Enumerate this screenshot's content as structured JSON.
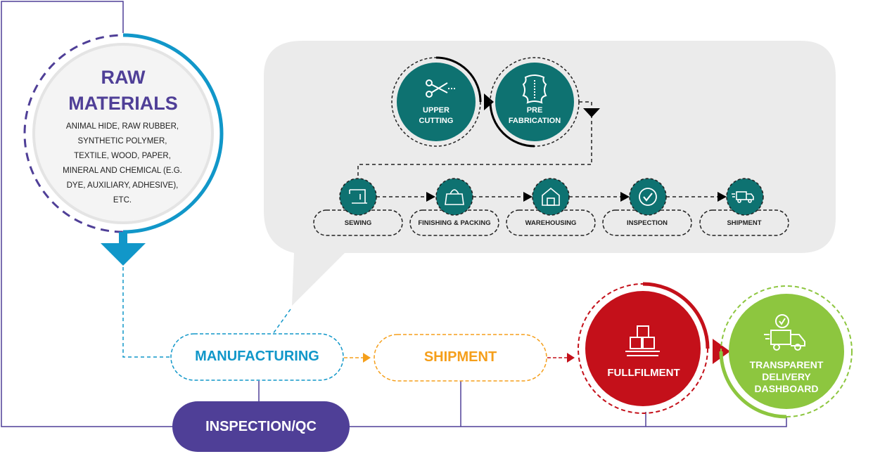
{
  "raw_materials": {
    "title_line1": "RAW",
    "title_line2": "MATERIALS",
    "desc_lines": [
      "ANIMAL HIDE, RAW RUBBER,",
      "SYNTHETIC POLYMER,",
      "TEXTILE, WOOD, PAPER,",
      "MINERAL AND CHEMICAL (E.G.",
      "DYE, AUXILIARY, ADHESIVE),",
      "ETC."
    ]
  },
  "top_stages": [
    {
      "line1": "UPPER",
      "line2": "CUTTING",
      "icon": "scissors-icon"
    },
    {
      "line1": "PRE",
      "line2": "FABRICATION",
      "icon": "leather-hide-icon"
    }
  ],
  "steps": [
    {
      "label": "SEWING",
      "icon": "sewing-machine-icon"
    },
    {
      "label": "FINISHING & PACKING",
      "icon": "bag-icon"
    },
    {
      "label": "WAREHOUSING",
      "icon": "warehouse-icon"
    },
    {
      "label": "INSPECTION",
      "icon": "check-badge-icon"
    },
    {
      "label": "SHIPMENT",
      "icon": "delivery-truck-icon"
    }
  ],
  "stages": {
    "manufacturing": "MANUFACTURING",
    "shipment": "SHIPMENT",
    "fulfilment": "FULLFILMENT",
    "dashboard_lines": [
      "TRANSPARENT",
      "DELIVERY",
      "DASHBOARD"
    ],
    "inspection_qc": "INSPECTION/QC"
  },
  "colors": {
    "purple": "#4f3f97",
    "blue": "#1197c9",
    "orange": "#f59f1b",
    "red": "#c4101a",
    "green": "#8dc63f",
    "teal": "#0e7271",
    "panel": "#ebebeb"
  },
  "icons": [
    "scissors-icon",
    "leather-hide-icon",
    "sewing-machine-icon",
    "bag-icon",
    "warehouse-icon",
    "check-badge-icon",
    "delivery-truck-icon",
    "boxes-pallet-icon",
    "truck-clock-icon"
  ]
}
